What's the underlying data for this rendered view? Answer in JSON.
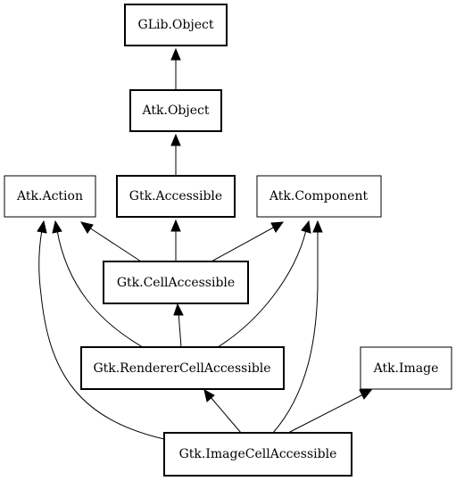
{
  "diagram": {
    "nodes": {
      "glib_object": "GLib.Object",
      "atk_object": "Atk.Object",
      "atk_action": "Atk.Action",
      "gtk_accessible": "Gtk.Accessible",
      "atk_component": "Atk.Component",
      "gtk_cell_accessible": "Gtk.CellAccessible",
      "gtk_renderer_cell_accessible": "Gtk.RendererCellAccessible",
      "atk_image": "Atk.Image",
      "gtk_image_cell_accessible": "Gtk.ImageCellAccessible"
    }
  }
}
